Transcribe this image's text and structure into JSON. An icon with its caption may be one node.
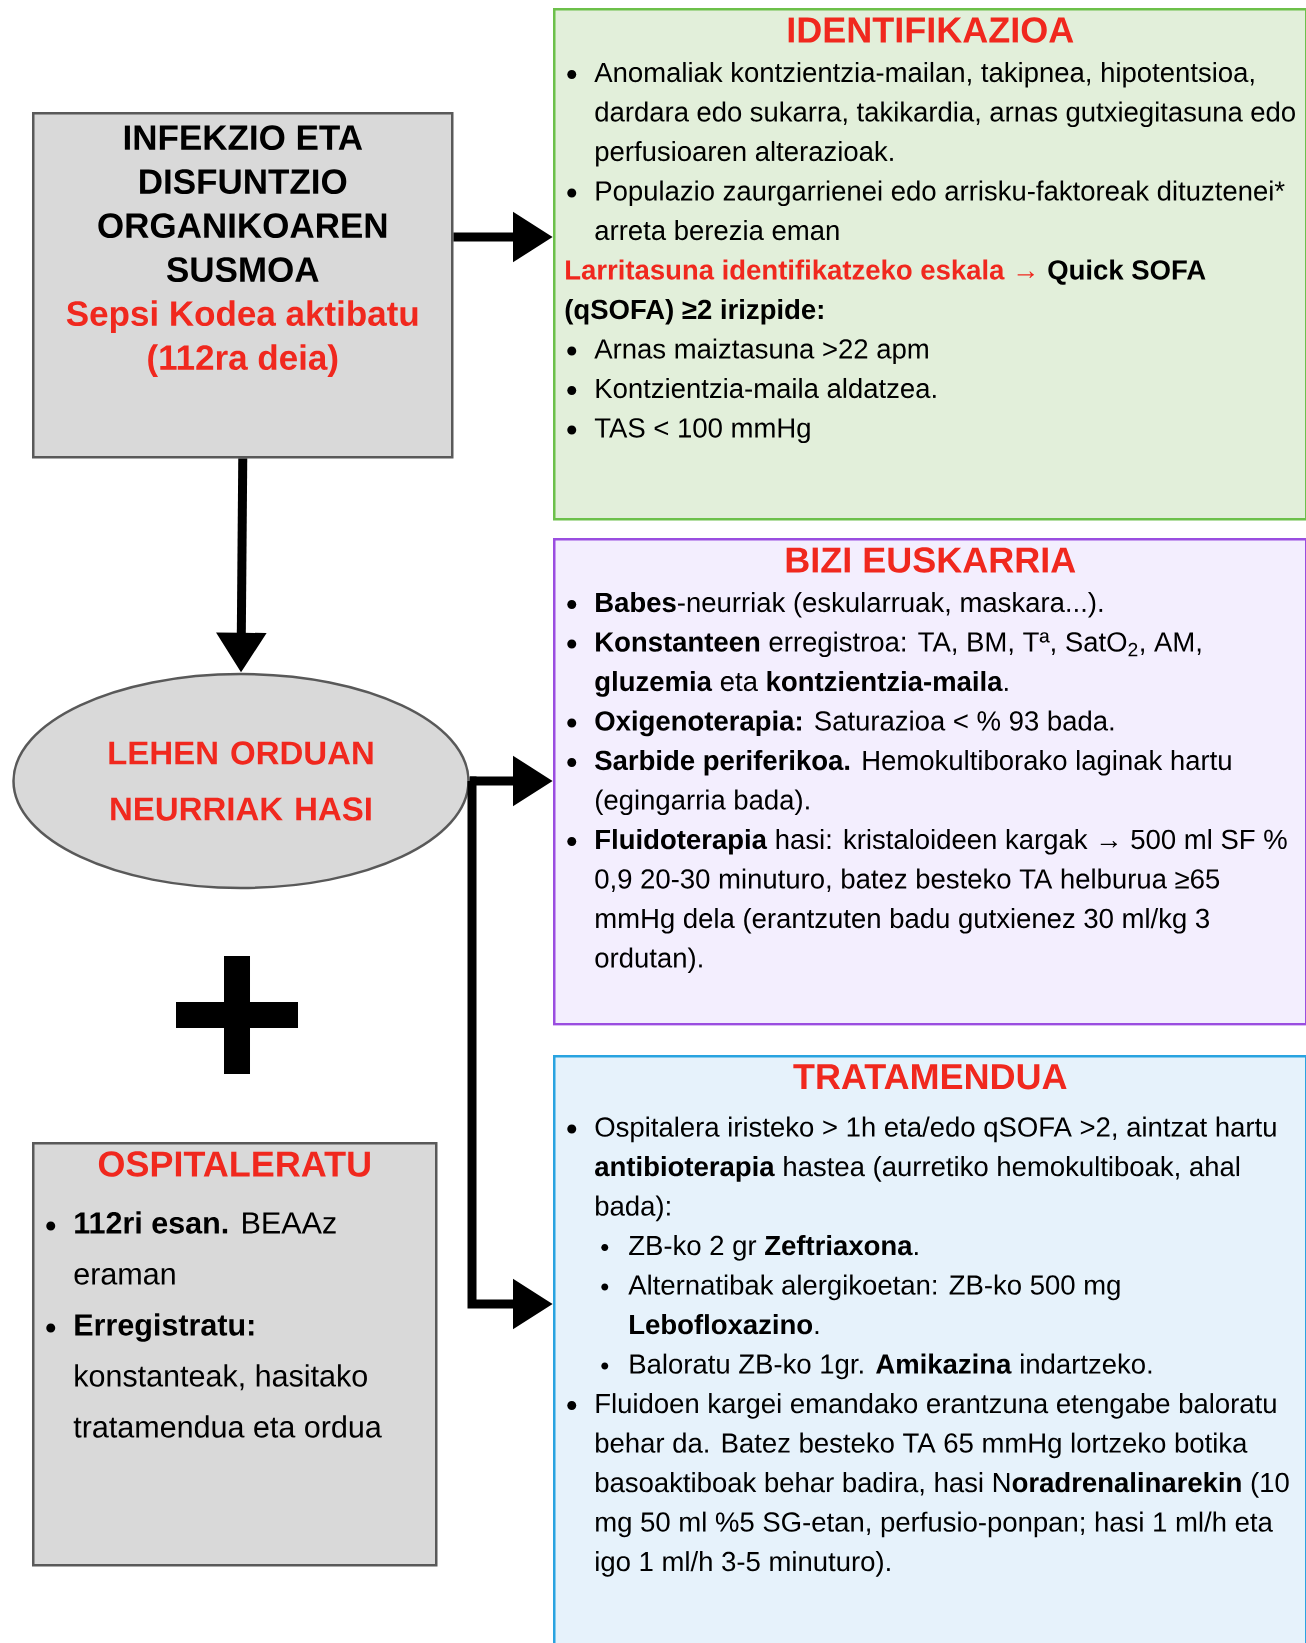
{
  "diagram": {
    "nodes": [
      {
        "text": [
          "INFEKZIO ETA DISFUNTZIO ORGANIKOAREN SUSMOA",
          "Sepsi Kodea aktibatu (112ra deia)"
        ]
      },
      {
        "text": [
          "IDENTIFIKAZIOA",
          "Anomaliak kontzientzia-mailan, takipnea, hipotentsioa, dardara edo sukarra, takikardia, arnas gutxiegitasuna edo perfusioaren alterazioak.",
          "Populazio zaurgarrienei edo arrisku-faktoreak dituztenei* arreta berezia eman",
          "Larritasuna identifikatzeko eskala →",
          "Quick SOFA (qSOFA) ≥2 irizpide:",
          "Arnas maiztasuna >22 apm",
          "Kontzientzia-maila aldatzea.",
          "TAS < 100 mmHg"
        ]
      },
      {
        "text": [
          "LEHEN ORDUAN NEURRIAK HASI"
        ]
      },
      {
        "text": [
          "BIZI EUSKARRIA",
          "**Babes**-neurriak (eskularruak, maskara...).",
          "**Konstanteen** erregistroa: TA, BM, Tª, SatO$_{2}$, AM, **gluzemia** eta **kontzientzia-maila**.",
          "**Oxigenoterapia:** Saturazioa < % 93 bada.",
          "**Sarbide periferikoa.** Hemokultiborako laginak hartu (egingarria bada).",
          "**Fluidoterapia** hasi: kristaloideen kargak → 500 ml SF % 0,9 20-30 minuturo, batez besteko TA helburua ≥65 mmHg dela (erantzuten badu gutxienez 30 ml/kg 3 ordutan)."
        ]
      },
      {
        "text": [
          "OSPITALERATU",
          "**112ri esan.** BEAAz eraman",
          "**Erregistratu:** konstanteak, hasitako tratamendua eta ordua"
        ]
      },
      {
        "text": [
          "TRATAMENDUA",
          "Ospitalera iristeko > 1h eta/edo qSOFA >2, aintzat hartu **antibioterapia** hastea (aurretiko hemokultiboak, ahal bada):",
          "ZB-ko 2 gr **Zeftriaxona**.",
          "Alternatibak alergikoetan: ZB-ko 500 mg **Lebofloxazino**.",
          "Baloratu ZB-ko 1gr. **Amikazina** indartzeko.",
          "Fluidoen kargei emandako erantzuna etengabe baloratu behar da. Batez besteko TA 65 mmHg lortzeko botika basoaktiboak behar badira, hasi N**oradrenalinarekin** (10 mg 50 ml %5 SG-etan, perfusio-ponpan; hasi 1 ml/h eta igo 1 ml/h 3-5 minuturo)."
        ]
      }
    ],
    "edges": [
      {
        "from": 0,
        "to": 1,
        "arrow": "to"
      },
      {
        "from": 0,
        "to": 2,
        "arrow": "to"
      },
      {
        "from": 2,
        "to": 3,
        "arrow": "to"
      },
      {
        "from": 2,
        "to": 5,
        "arrow": "to"
      }
    ]
  }
}
